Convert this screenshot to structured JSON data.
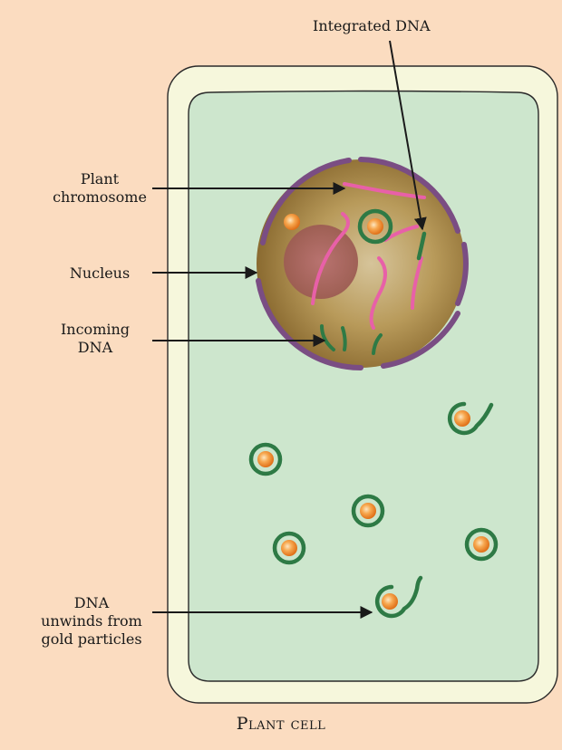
{
  "labels": {
    "integrated_dna": "Integrated DNA",
    "plant_chromosome": [
      "Plant",
      "chromosome"
    ],
    "nucleus": "Nucleus",
    "incoming_dna": [
      "Incoming",
      "DNA"
    ],
    "dna_unwinds": [
      "DNA",
      "unwinds from",
      "gold particles"
    ]
  },
  "caption": "Plant cell",
  "colors": {
    "background": "#fbdcc0",
    "cell_wall": "#f6f7dc",
    "cytoplasm": "#cde6cd",
    "outline": "#2a2a2a",
    "nuclear_envelope": "#7a4d83",
    "nucleus_fill": "#b09050",
    "nucleolus": "#a85a5a",
    "chromosome": "#e860a8",
    "dna": "#2e7a45",
    "gold_particle": "#f08b2a"
  }
}
